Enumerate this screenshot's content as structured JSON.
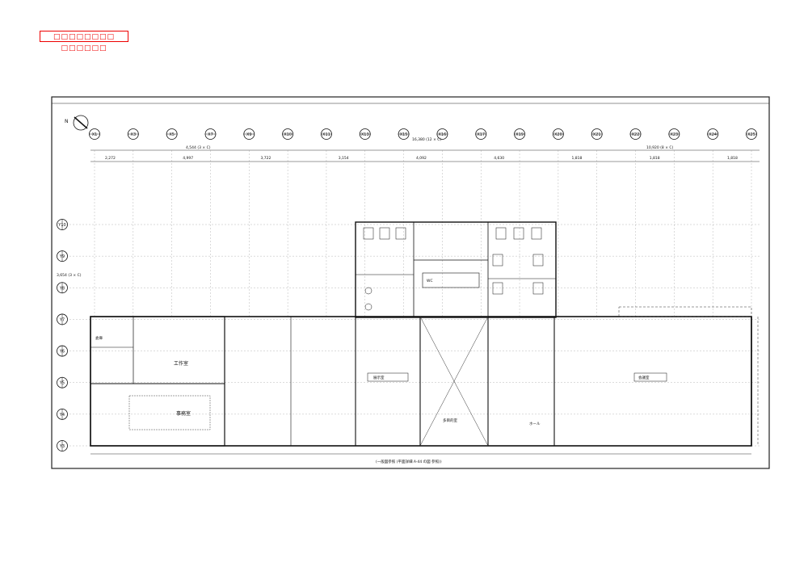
{
  "stamp": {
    "text": "□□□□□□□□ □□□□□□"
  },
  "grid_columns": [
    "X1",
    "X3",
    "X5",
    "X7",
    "X9",
    "X10",
    "X11",
    "X13",
    "X15",
    "X16",
    "X17",
    "X19",
    "X20",
    "X21",
    "X22",
    "X23",
    "X24",
    "X25"
  ],
  "grid_rows": [
    "Y10",
    "Y9",
    "Y8",
    "Y7",
    "Y6",
    "Y5",
    "Y4",
    "Y3"
  ],
  "overall_dims": {
    "left": "4,544 (3 × C)",
    "middle": "16,380 (12 × C)",
    "right": "10,920 (8 × C)",
    "top_run": [
      "2,272",
      "4,997",
      "3,722",
      "3,154",
      "4,092",
      "4,630",
      "1,818",
      "1,818",
      "1,818"
    ]
  },
  "rooms": {
    "office": "事務室",
    "workshop": "工作室",
    "storage_left": "倉庫",
    "wc": "WC",
    "big_room_a": "展示室",
    "big_room_b": "多目的室",
    "big_room_c": "ホール",
    "right_room": "会議室"
  },
  "notes": {
    "bottom_caption": "(一般図参照 (平面詳細 A-44 の図 参照))",
    "side_dim": "3,654 (3 × C)"
  }
}
